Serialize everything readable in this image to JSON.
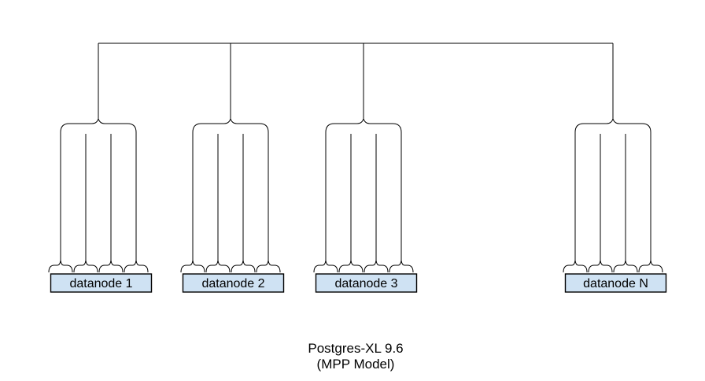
{
  "diagram": {
    "caption": {
      "line1": "Postgres-XL 9.6",
      "line2": "(MPP Model)"
    },
    "colors": {
      "line": "#000000",
      "node_fill": "#cfe2f3",
      "node_border": "#000000",
      "text": "#000000"
    },
    "datanodes": [
      {
        "label": "datanode 1"
      },
      {
        "label": "datanode 2"
      },
      {
        "label": "datanode 3"
      },
      {
        "label": "datanode N"
      }
    ]
  }
}
